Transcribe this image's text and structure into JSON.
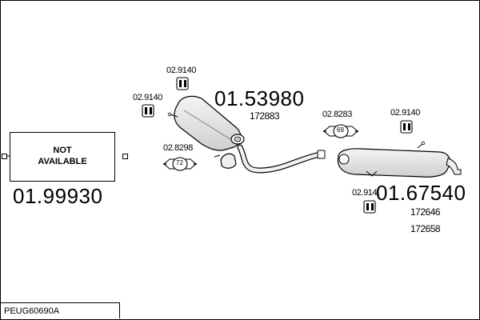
{
  "header_bracket": {
    "codes": [
      "02.9140",
      "02.9140",
      "02.8298",
      "02.8283",
      "02.9140",
      "02.9140"
    ]
  },
  "parts": {
    "front_muffler": {
      "code": "01.53980",
      "ref": "172883"
    },
    "rear_muffler": {
      "code": "01.67540",
      "refs": [
        "172646",
        "172658"
      ]
    },
    "missing_part": {
      "code": "01.99930",
      "line1": "NOT",
      "line2": "AVAILABLE"
    }
  },
  "clamps": {
    "clamp_72": {
      "label": "72"
    },
    "clamp_69": {
      "label": "69"
    }
  },
  "footer": {
    "reference": "PEUG60690A"
  },
  "colors": {
    "line": "#000000",
    "fill": "#e8e8e8",
    "background": "#ffffff"
  }
}
